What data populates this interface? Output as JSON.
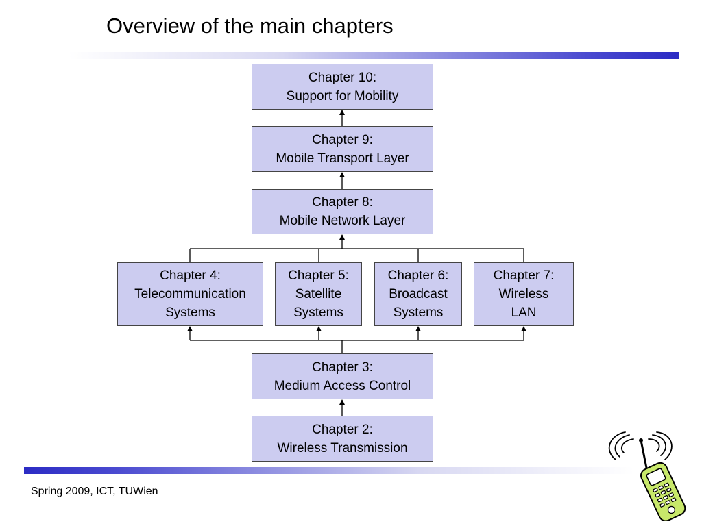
{
  "title": "Overview of the main chapters",
  "footer": "Spring 2009, ICT, TUWien",
  "chapters": {
    "ch10": {
      "heading": "Chapter 10:",
      "name": "Support for Mobility"
    },
    "ch9": {
      "heading": "Chapter 9:",
      "name": "Mobile Transport Layer"
    },
    "ch8": {
      "heading": "Chapter 8:",
      "name": "Mobile Network Layer"
    },
    "ch4": {
      "heading": "Chapter 4:",
      "line1": "Telecommunication",
      "line2": "Systems"
    },
    "ch5": {
      "heading": "Chapter 5:",
      "line1": "Satellite",
      "line2": "Systems"
    },
    "ch6": {
      "heading": "Chapter 6:",
      "line1": "Broadcast",
      "line2": "Systems"
    },
    "ch7": {
      "heading": "Chapter 7:",
      "line1": "Wireless",
      "line2": "LAN"
    },
    "ch3": {
      "heading": "Chapter 3:",
      "name": "Medium Access Control"
    },
    "ch2": {
      "heading": "Chapter 2:",
      "name": "Wireless Transmission"
    }
  },
  "colors": {
    "box_fill": "#ccccf0",
    "accent_bar": "#2b2bc4"
  },
  "icons": {
    "corner": "mobile-phone-clipart"
  }
}
